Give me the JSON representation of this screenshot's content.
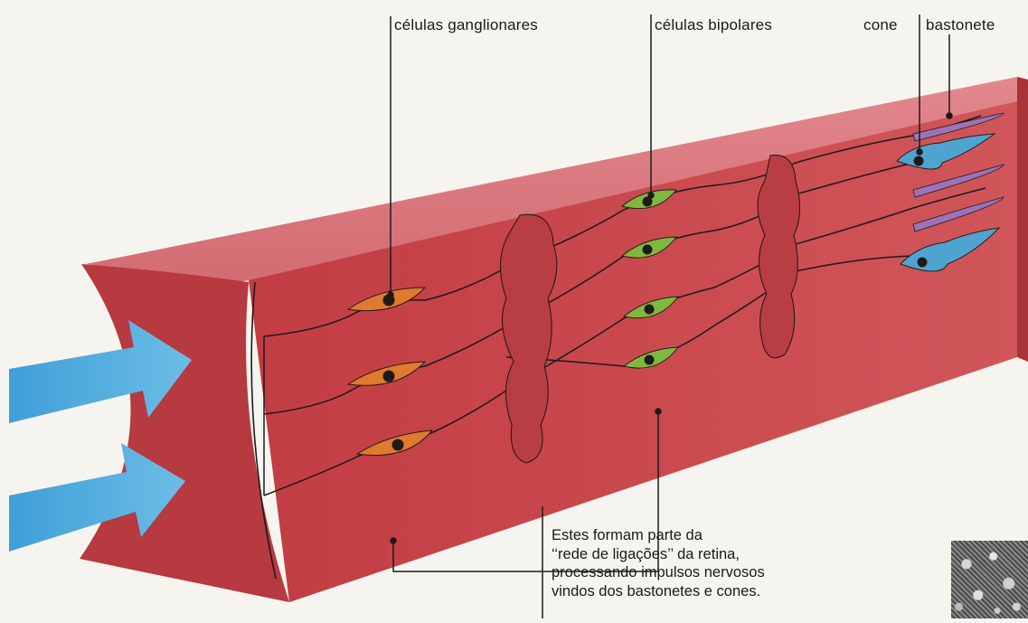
{
  "labels": {
    "ganglion": "células ganglionares",
    "bipolar": "células bipolares",
    "cone": "cone",
    "rod": "bastonete"
  },
  "caption": {
    "line1": "Estes formam parte da",
    "line2": "‘‘rede de ligações’’ da retina,",
    "line3": "processando impulsos nervosos",
    "line4": "vindos dos bastonetes e cones."
  },
  "colors": {
    "block_front": "#c9444a",
    "block_top": "#d9737a",
    "block_end": "#b73c40",
    "ganglion_cell": "#e07a2e",
    "bipolar_cell": "#7fb83e",
    "cone_cell": "#4fa4cf",
    "rod_cell": "#9b74b8",
    "light_arrow": "#4aa8dc"
  }
}
